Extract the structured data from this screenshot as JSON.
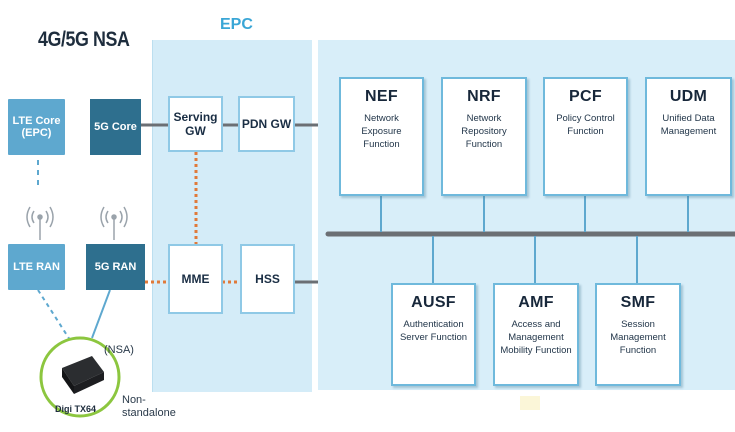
{
  "title": "4G/5G NSA",
  "epc_label": "EPC",
  "core_boxes": {
    "lte_core": "LTE Core (EPC)",
    "g5_core": "5G Core",
    "lte_ran": "LTE RAN",
    "g5_ran": "5G RAN"
  },
  "epc_boxes": {
    "serving_gw": "Serving GW",
    "pdn_gw": "PDN GW",
    "mme": "MME",
    "hss": "HSS"
  },
  "functions_top": [
    {
      "name": "NEF",
      "desc": "Network Exposure Function"
    },
    {
      "name": "NRF",
      "desc": "Network Repository Function"
    },
    {
      "name": "PCF",
      "desc": "Policy Control Function"
    },
    {
      "name": "UDM",
      "desc": "Unified Data Management"
    }
  ],
  "functions_bottom": [
    {
      "name": "AUSF",
      "desc": "Authentication Server Function"
    },
    {
      "name": "AMF",
      "desc": "Access and Management Mobility Function"
    },
    {
      "name": "SMF",
      "desc": "Session Management Function"
    }
  ],
  "device": {
    "name": "Digi TX64",
    "mode_abbr": "(NSA)",
    "mode_full": "Non-standalone"
  },
  "colors": {
    "epc_fill": "#d4ecf8",
    "core_fill": "#d8eef9",
    "box_teal": "#5ea8cf",
    "box_dark": "#2e6f8e",
    "dotted_orange": "#e07a3a",
    "bus_gray": "#6b6f74",
    "device_ring": "#8cc63f"
  }
}
